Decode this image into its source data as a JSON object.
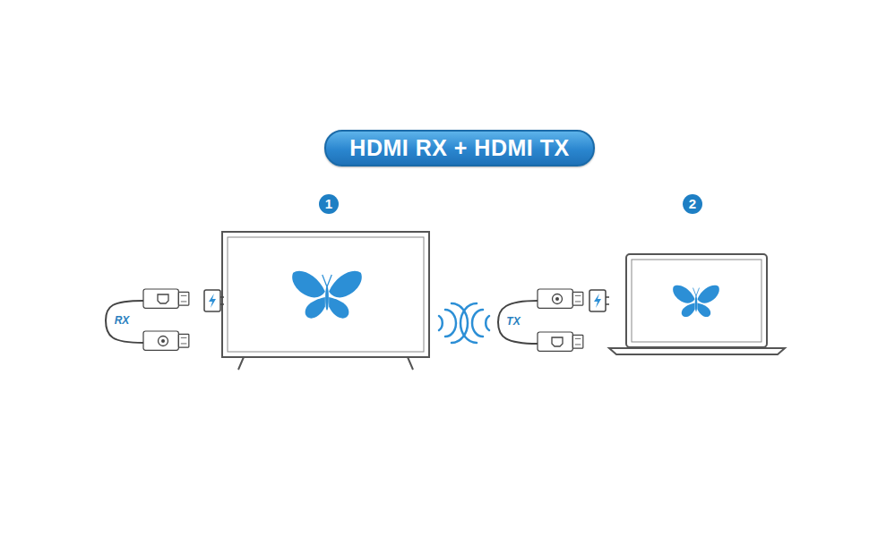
{
  "diagram": {
    "title": "HDMI RX + HDMI TX",
    "labels": [
      "1",
      "2",
      "RX",
      "TX"
    ]
  }
}
